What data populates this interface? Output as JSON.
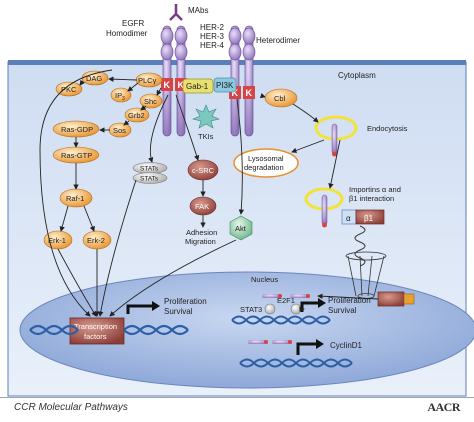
{
  "labels": {
    "mabs": "MAbs",
    "egfr": "EGFR",
    "homodimer": "Homodimer",
    "her2": "HER-2",
    "her3": "HER-3",
    "her4": "HER-4",
    "heterodimer": "Heterodimer",
    "cytoplasm": "Cytoplasm",
    "dag": "DAG",
    "pkc": "PKC",
    "plcg": "PLCγ",
    "ip3": "IP",
    "ip3_sub": "3",
    "shc": "Shc",
    "grb2": "Grb2",
    "sos": "Sos",
    "gab1": "Gab-1",
    "pi3k": "PI3K",
    "tkis": "TKIs",
    "cbl": "Cbl",
    "k": "K",
    "ras_gdp": "Ras-GDP",
    "ras_gtp": "Ras-GTP",
    "stat_a": "STATs",
    "stat_b": "STATs",
    "csrc": "c-SRC",
    "fak": "FAK",
    "adhesion": "Adhesion",
    "migration": "Migration",
    "akt": "Akt",
    "raf1": "Raf-1",
    "erk1": "Erk-1",
    "erk2": "Erk-2",
    "endocytosis": "Endocytosis",
    "lysosomal1": "Lysosomal",
    "lysosomal2": "degradation",
    "importins1": "Importins α and",
    "importins2": "β1 interaction",
    "alpha": "α",
    "beta": "β1",
    "nucleus": "Nucleus",
    "transcription1": "Transcription",
    "transcription2": "factors",
    "prolif1": "Proliferation",
    "survival1": "Survival",
    "stat3": "STAT3",
    "e2f1": "E2F1",
    "prolif2": "Proliferation",
    "survival2": "Survival",
    "cyclind1": "CyclinD1"
  },
  "footer": {
    "caption": "CCR Molecular Pathways",
    "logo": "AACR"
  },
  "colors": {
    "membrane_top": "#5b7fb8",
    "cytoplasm_fill": "#dbe7f6",
    "nucleus_fill": "#a9bfe4",
    "receptor": "#a68dc8",
    "kinase": "#d64545",
    "orange_node": "#f0a040",
    "gray_node": "#c8c8c8",
    "brown_node": "#a0524a",
    "green_node": "#8cc8a0",
    "arrow": "#222222",
    "dna": "#2d5fa8",
    "yellow_ring": "#f2e23a"
  },
  "icons": [
    "receptor-icon",
    "kinase-icon",
    "dna-icon",
    "vesicle-icon",
    "arrow-icon",
    "gene-arrow-icon"
  ]
}
